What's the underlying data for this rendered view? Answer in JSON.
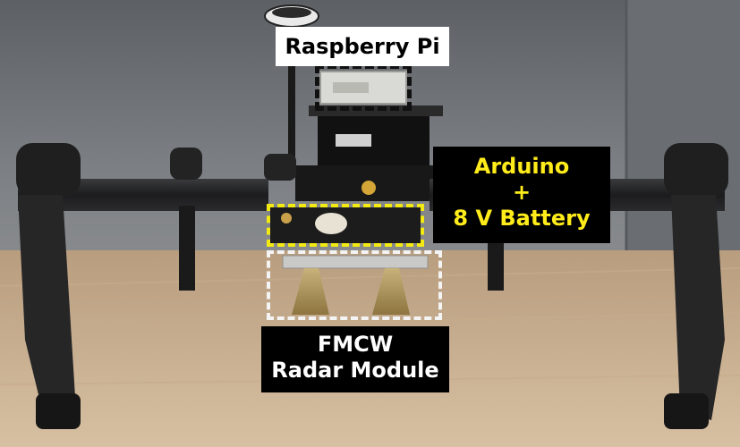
{
  "labels": {
    "raspberry_pi": "Raspberry Pi",
    "arduino_line1": "Arduino",
    "arduino_line2": "+",
    "arduino_line3": "8 V Battery",
    "fmcw_line1": "FMCW",
    "fmcw_line2": "Radar Module"
  },
  "colors": {
    "rpi_box": "#111111",
    "arduino_box": "#f2ea12",
    "radar_box": "#f4f4f4",
    "arduino_text": "#ffec1a"
  }
}
